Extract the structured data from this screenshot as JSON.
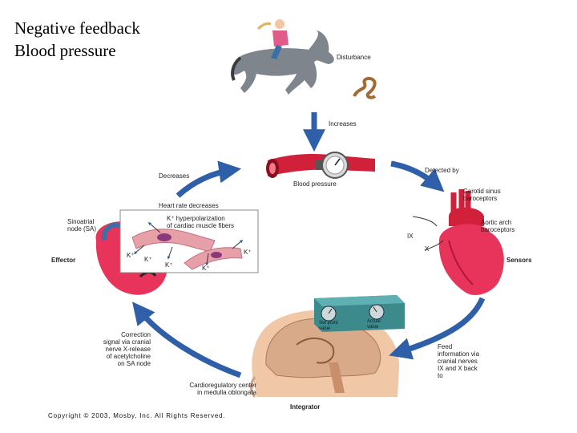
{
  "slide": {
    "title_line1": "Negative feedback",
    "title_line2": "Blood pressure"
  },
  "diagram": {
    "disturbance": "Disturbance",
    "increases": "Increases",
    "blood_pressure": "Blood pressure",
    "detected_by": "Detected by",
    "carotid": "Carotid sinus\nbaroceptors",
    "aortic": "Aortic arch\nbaroceptors",
    "sensors": "Sensors",
    "nerve_ix": "IX",
    "nerve_x": "X",
    "feed_info": "Feed\ninformation via\ncranial nerves\nIX and X back\nto",
    "integrator": "Integrator",
    "cardio_center": "Cardioregulatory center\nin medulla oblongata",
    "correction": "Correction\nsignal via cranial\nnerve X-release\nof acetylcholine\non SA node",
    "effector": "Effector",
    "sinoatrial": "Sinoatrial\nnode (SA)",
    "hyperpolarization": "K⁺ hyperpolarization\nof cardiac muscle fibers",
    "k_ion": "K⁺",
    "heart_rate": "Heart rate decreases",
    "decreases": "Decreases",
    "gauge_left": "Set point\nvalue",
    "gauge_right": "Actual\nvalue"
  },
  "footer": {
    "copyright": "Copyright © 2003, Mosby, Inc. All Rights Reserved."
  },
  "colors": {
    "arrow": "#2f5fa8",
    "heart": "#e8345a",
    "artery": "#d0203a",
    "device": "#3d8a8c"
  }
}
